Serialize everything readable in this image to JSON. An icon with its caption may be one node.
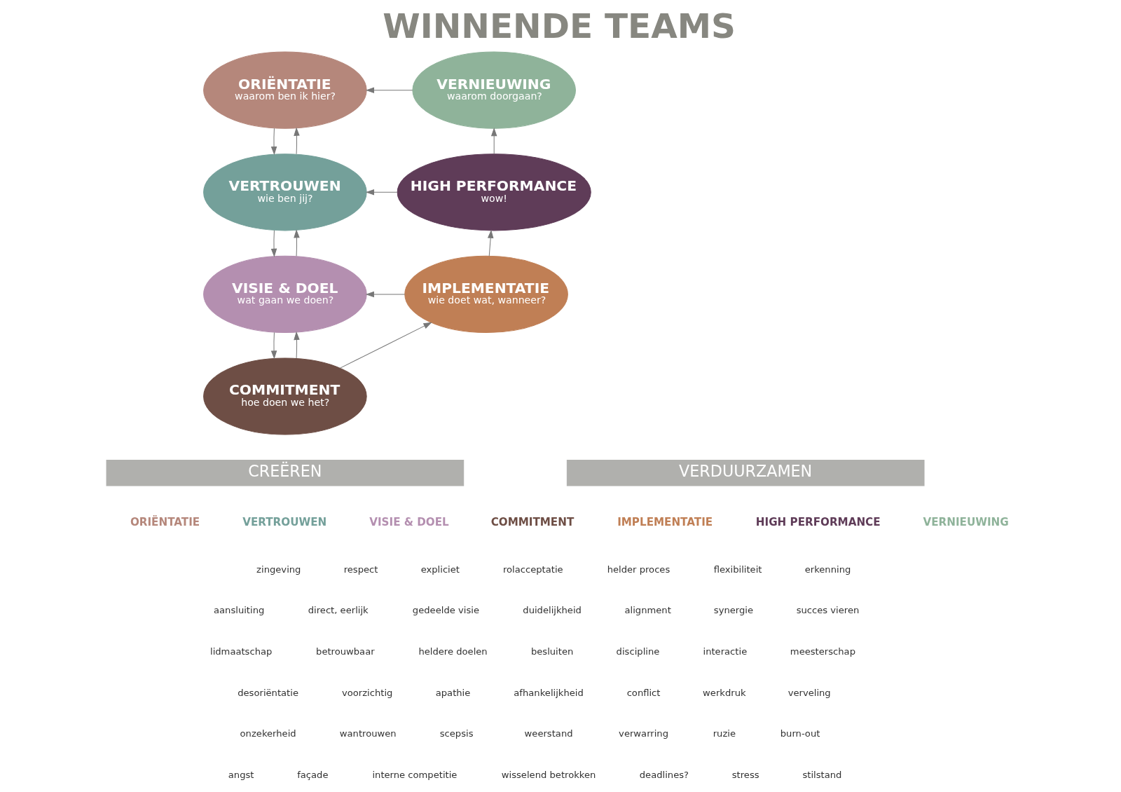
{
  "diagram": {
    "title": "WINNENDE TEAMS",
    "nodes": [
      {
        "text": [
          "ORIËNTATIE",
          "waarom ben ik hier?"
        ]
      },
      {
        "text": [
          "VERTROUWEN",
          "wie ben jij?"
        ]
      },
      {
        "text": [
          "VISIE & DOEL",
          "wat gaan we doen?"
        ]
      },
      {
        "text": [
          "COMMITMENT",
          "hoe doen we het?"
        ]
      },
      {
        "text": [
          "IMPLEMENTATIE",
          "wie doet wat, wanneer?"
        ]
      },
      {
        "text": [
          "HIGH PERFORMANCE",
          "wow!"
        ]
      },
      {
        "text": [
          "VERNIEUWING",
          "waarom doorgaan?"
        ]
      }
    ],
    "edges": [
      {
        "from": 0,
        "to": 1,
        "arrow": "to"
      },
      {
        "from": 1,
        "to": 0,
        "arrow": "to"
      },
      {
        "from": 1,
        "to": 2,
        "arrow": "to"
      },
      {
        "from": 2,
        "to": 1,
        "arrow": "to"
      },
      {
        "from": 2,
        "to": 3,
        "arrow": "to"
      },
      {
        "from": 3,
        "to": 2,
        "arrow": "to"
      },
      {
        "from": 3,
        "to": 4,
        "arrow": "to"
      },
      {
        "from": 4,
        "to": 2,
        "arrow": "to"
      },
      {
        "from": 4,
        "to": 5,
        "arrow": "to"
      },
      {
        "from": 5,
        "to": 1,
        "arrow": "to"
      },
      {
        "from": 5,
        "to": 6,
        "arrow": "to"
      },
      {
        "from": 6,
        "to": 0,
        "arrow": "to"
      }
    ],
    "labels": [
      "CREËREN",
      "VERDUURZAMEN",
      "ORIËNTATIE",
      "zingeving",
      "aansluiting",
      "lidmaatschap",
      "desoriëntatie",
      "onzekerheid",
      "angst",
      "VERTROUWEN",
      "respect",
      "direct, eerlijk",
      "betrouwbaar",
      "voorzichtig",
      "wantrouwen",
      "façade",
      "VISIE & DOEL",
      "expliciet",
      "gedeelde visie",
      "heldere doelen",
      "apathie",
      "scepsis",
      "interne competitie",
      "COMMITMENT",
      "rolacceptatie",
      "duidelijkheid",
      "besluiten",
      "afhankelijkheid",
      "weerstand",
      "wisselend betrokken",
      "IMPLEMENTATIE",
      "helder proces",
      "alignment",
      "discipline",
      "conflict",
      "verwarring",
      "deadlines?",
      "HIGH PERFORMANCE",
      "flexibiliteit",
      "synergie",
      "interactie",
      "werkdruk",
      "ruzie",
      "stress",
      "VERNIEUWING",
      "erkenning",
      "succes vieren",
      "meesterschap",
      "verveling",
      "burn-out",
      "stilstand"
    ]
  }
}
